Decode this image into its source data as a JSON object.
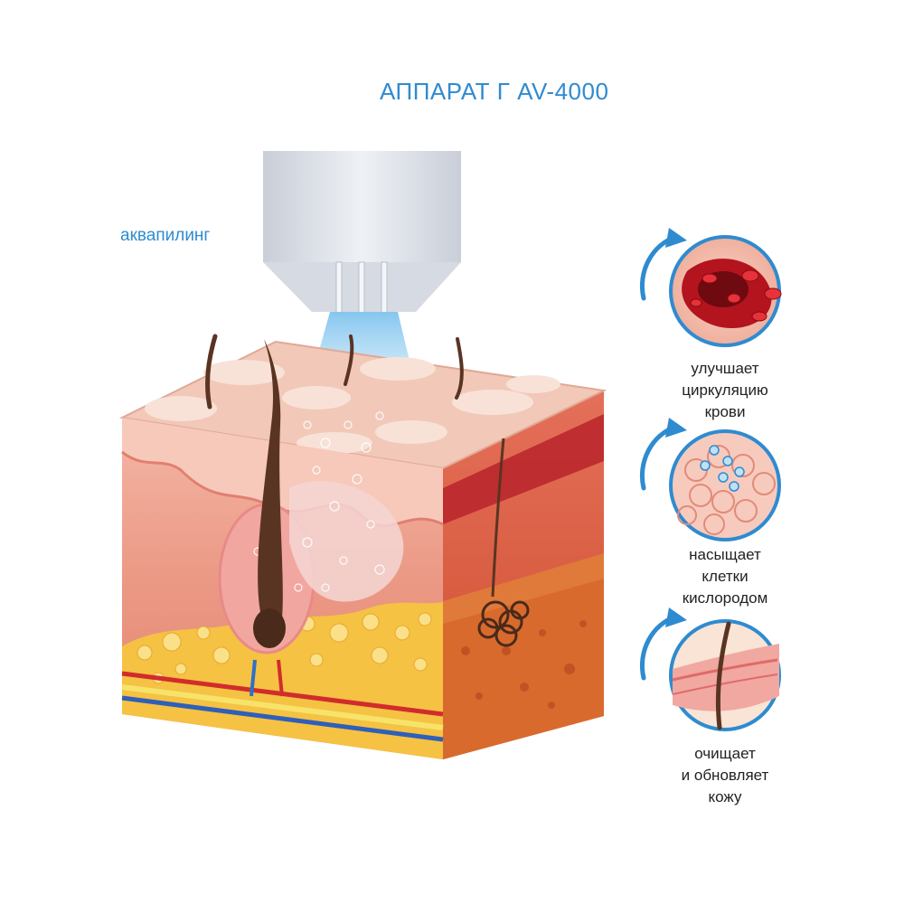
{
  "title": "АППАРАТ Г AV-4000",
  "method_label": "аквапилинг",
  "benefits": [
    {
      "icon": "blood-vessel-icon",
      "lines": [
        "улучшает",
        "циркуляцию",
        "крови"
      ]
    },
    {
      "icon": "oxygen-cells-icon",
      "lines": [
        "насыщает",
        "клетки",
        "кислородом"
      ]
    },
    {
      "icon": "skin-layer-icon",
      "lines": [
        "очищает",
        "и обновляет",
        "кожу"
      ]
    }
  ],
  "colors": {
    "accent": "#2f8bd0",
    "device": "#dfe3ea",
    "skin_top": "#f0c4b4",
    "dermis": "#e98a7a",
    "fat": "#f5c243",
    "side_face": "#d95a35"
  }
}
